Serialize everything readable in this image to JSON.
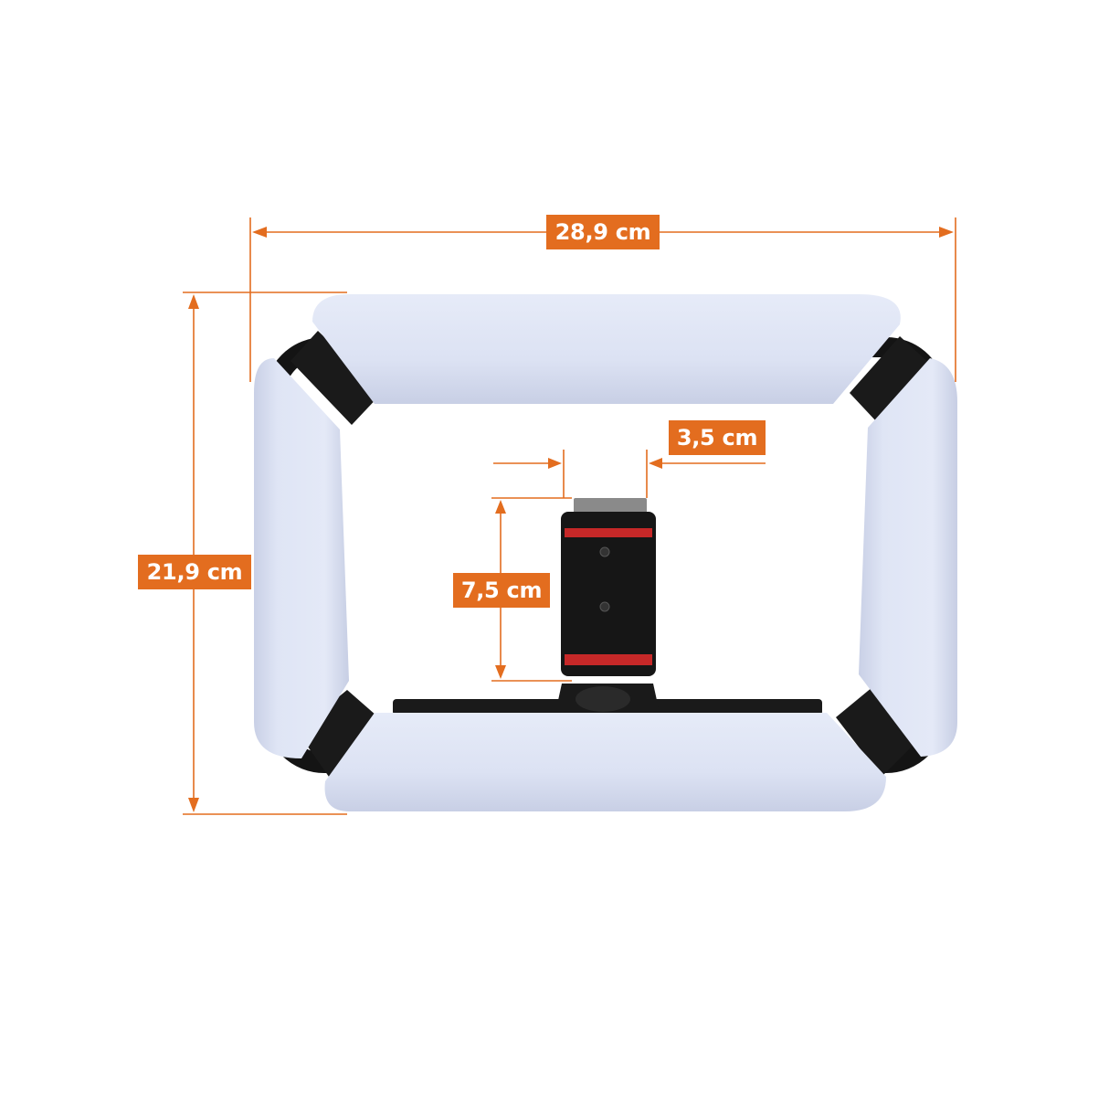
{
  "colors": {
    "accent": "#e36d1f",
    "panel": "#dde3f4",
    "frame": "#141414",
    "clamp_red": "#c62828",
    "background": "#ffffff"
  },
  "dimensions": {
    "width": "28,9 cm",
    "height": "21,9 cm",
    "holder_width": "3,5 cm",
    "holder_height": "7,5 cm"
  }
}
